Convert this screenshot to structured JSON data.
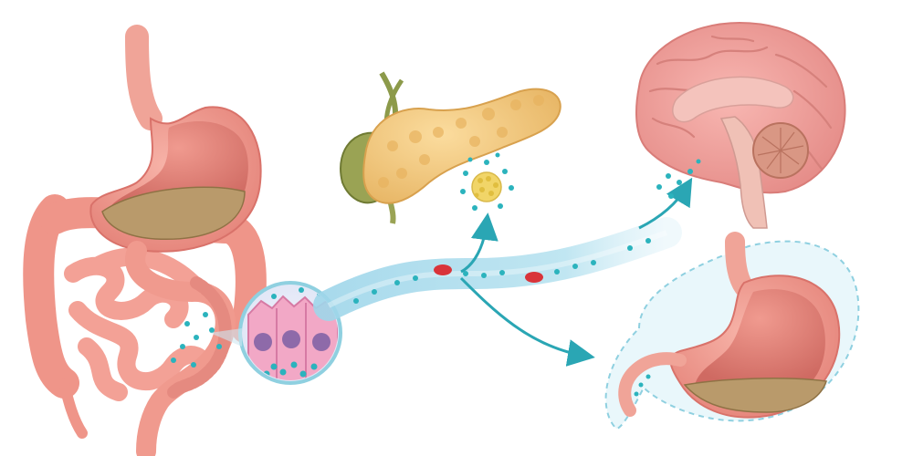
{
  "diagram": {
    "organs": [
      {
        "id": "digestive-tract",
        "icon": "digestive-tract-icon"
      },
      {
        "id": "gallbladder",
        "icon": "gallbladder-icon"
      },
      {
        "id": "pancreas",
        "icon": "pancreas-icon"
      },
      {
        "id": "islet-cluster",
        "icon": "islet-icon"
      },
      {
        "id": "brain",
        "icon": "brain-icon"
      },
      {
        "id": "target-stomach",
        "icon": "stomach-icon"
      },
      {
        "id": "intestinal-cells-inset",
        "icon": "enteroendocrine-cell-icon"
      }
    ],
    "connections": [
      {
        "from": "intestinal-cells-inset",
        "to": "blood-vessel"
      },
      {
        "from": "blood-vessel",
        "to": "pancreas"
      },
      {
        "from": "blood-vessel",
        "to": "brain"
      },
      {
        "from": "blood-vessel",
        "to": "target-stomach"
      }
    ],
    "colors": {
      "tissue_pink": "#f19a8e",
      "tissue_dark": "#d9726a",
      "stomach_inner": "#e8837b",
      "food": "#b99a6b",
      "pancreas": "#f2c57c",
      "gallbladder": "#9aa354",
      "brain": "#ef9c98",
      "cerebellum": "#d99784",
      "vessel": "#a9dcec",
      "arrow": "#2aa6b4",
      "hormone_dot": "#2bb3bd",
      "red_cell": "#d9343a",
      "inset_ring": "#8fd0e0"
    }
  }
}
